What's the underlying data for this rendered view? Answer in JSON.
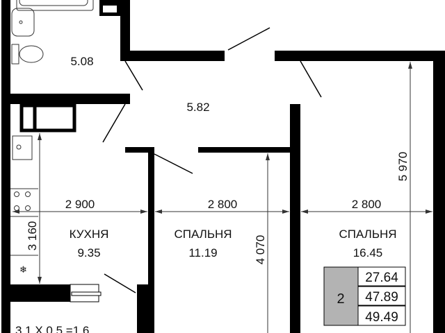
{
  "rooms": {
    "bathroom": {
      "area": "5.08"
    },
    "hall": {
      "area": "5.82"
    },
    "kitchen": {
      "name": "КУХНЯ",
      "area": "9.35"
    },
    "bedroom1": {
      "name": "СПАЛЬНЯ",
      "area": "11.19"
    },
    "bedroom2": {
      "name": "СПАЛЬНЯ",
      "area": "16.45"
    },
    "balcony": {
      "formula": "3.1 X 0.5 =1.6"
    }
  },
  "dimensions": {
    "kitchen_width": "2 900",
    "bedroom1_width": "2 800",
    "bedroom2_width": "2 800",
    "kitchen_length": "3 160",
    "bedroom1_length": "4 070",
    "bedroom2_length": "5 970"
  },
  "summary": {
    "rooms_count": "2",
    "living_area": "27.64",
    "total_area": "47.89",
    "total_with_balcony": "49.49"
  },
  "colors": {
    "wall": "#000000",
    "badge": "#b3b3b3"
  }
}
